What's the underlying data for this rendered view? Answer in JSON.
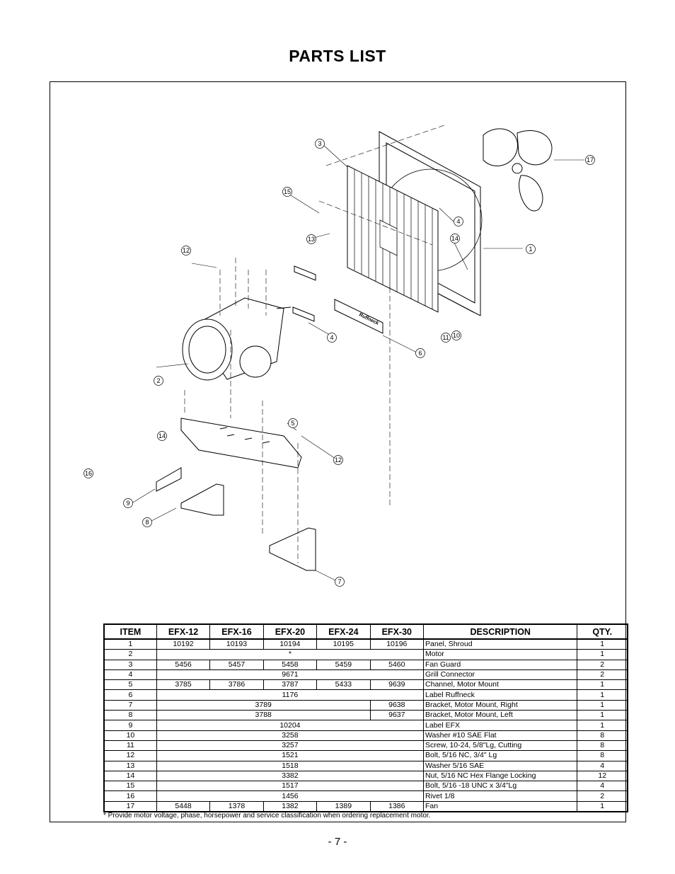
{
  "page": {
    "title": "PARTS LIST",
    "page_number": "- 7 -"
  },
  "diagram": {
    "callouts": [
      "1",
      "2",
      "3",
      "4",
      "4",
      "5",
      "6",
      "7",
      "8",
      "9",
      "10",
      "11",
      "12",
      "12",
      "13",
      "14",
      "14",
      "15",
      "16",
      "17"
    ],
    "label_text": "Ruffneck"
  },
  "table": {
    "headers": [
      "ITEM",
      "EFX-12",
      "EFX-16",
      "EFX-20",
      "EFX-24",
      "EFX-30",
      "DESCRIPTION",
      "QTY."
    ],
    "rows": [
      {
        "item": "1",
        "cells": [
          "10192",
          "10193",
          "10194",
          "10195",
          "10196"
        ],
        "description": "Panel, Shroud",
        "qty": "1"
      },
      {
        "item": "2",
        "span": "*",
        "description": "Motor",
        "qty": "1"
      },
      {
        "item": "3",
        "cells": [
          "5456",
          "5457",
          "5458",
          "5459",
          "5460"
        ],
        "description": "Fan Guard",
        "qty": "2"
      },
      {
        "item": "4",
        "span": "9671",
        "description": "Grill Connector",
        "qty": "2"
      },
      {
        "item": "5",
        "cells": [
          "3785",
          "3786",
          "3787",
          "5433",
          "9639"
        ],
        "description": "Channel, Motor Mount",
        "qty": "1"
      },
      {
        "item": "6",
        "span": "1176",
        "description": "Label Ruffneck",
        "qty": "1"
      },
      {
        "item": "7",
        "span4": "3789",
        "last": "9638",
        "description": "Bracket, Motor Mount, Right",
        "qty": "1"
      },
      {
        "item": "8",
        "span4": "3788",
        "last": "9637",
        "description": "Bracket, Motor Mount, Left",
        "qty": "1"
      },
      {
        "item": "9",
        "span": "10204",
        "description": "Label EFX",
        "qty": "1"
      },
      {
        "item": "10",
        "span": "3258",
        "description": "Washer #10 SAE Flat",
        "qty": "8"
      },
      {
        "item": "11",
        "span": "3257",
        "description": "Screw, 10-24, 5/8\"Lg, Cutting",
        "qty": "8"
      },
      {
        "item": "12",
        "span": "1521",
        "description": "Bolt, 5/16 NC, 3/4\" Lg",
        "qty": "8"
      },
      {
        "item": "13",
        "span": "1518",
        "description": "Washer 5/16 SAE",
        "qty": "4"
      },
      {
        "item": "14",
        "span": "3382",
        "description": "Nut, 5/16 NC Hex Flange Locking",
        "qty": "12"
      },
      {
        "item": "15",
        "span": "1517",
        "description": "Bolt, 5/16 -18 UNC x 3/4\"Lg",
        "qty": "4"
      },
      {
        "item": "16",
        "span": "1456",
        "description": "Rivet 1/8",
        "qty": "2"
      },
      {
        "item": "17",
        "cells": [
          "5448",
          "1378",
          "1382",
          "1389",
          "1386"
        ],
        "description": "Fan",
        "qty": "1"
      }
    ],
    "footnote": "* Provide motor voltage, phase, horsepower and service classification when ordering replacement motor."
  }
}
